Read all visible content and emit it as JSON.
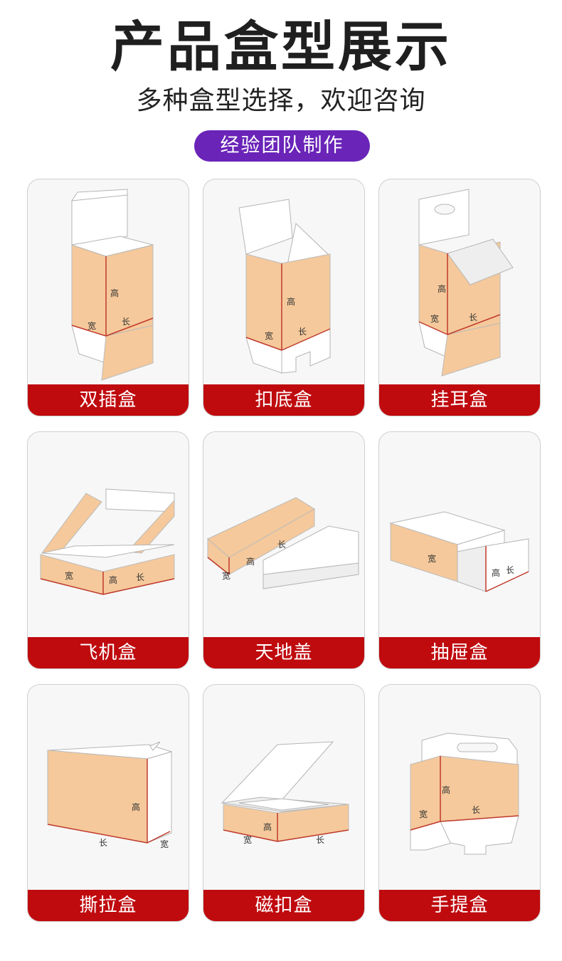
{
  "header": {
    "title": "产品盒型展示",
    "subtitle": "多种盒型选择，欢迎咨询",
    "badge": "经验团队制作"
  },
  "dimension_labels": {
    "height": "高",
    "width": "宽",
    "length": "长"
  },
  "boxes": [
    {
      "label": "双插盒"
    },
    {
      "label": "扣底盒"
    },
    {
      "label": "挂耳盒"
    },
    {
      "label": "飞机盒"
    },
    {
      "label": "天地盖"
    },
    {
      "label": "抽屉盒"
    },
    {
      "label": "撕拉盒"
    },
    {
      "label": "磁扣盒"
    },
    {
      "label": "手提盒"
    }
  ],
  "colors": {
    "accent": "#6a24b8",
    "label_bg": "#bf0a0e",
    "kraft": "#f5c99b"
  }
}
